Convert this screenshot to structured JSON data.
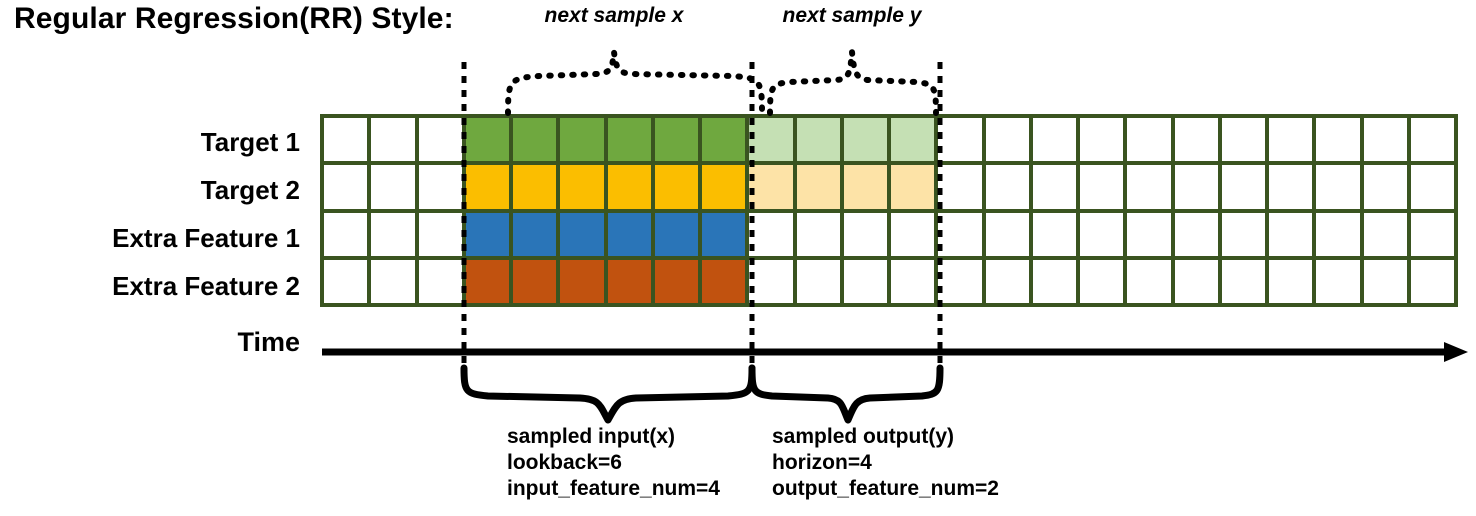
{
  "title": "Regular Regression(RR) Style:",
  "colors": {
    "grid_border": "#3a5420",
    "target1": "#6fa83f",
    "target1_faded": "#c5e0b4",
    "target2": "#fbbe00",
    "target2_faded": "#fde3a7",
    "extra1": "#2a75b8",
    "extra2": "#c1520f",
    "empty": "#ffffff",
    "stroke": "#000000"
  },
  "rows": [
    {
      "label": "Target 1",
      "name": "target-1"
    },
    {
      "label": "Target 2",
      "name": "target-2"
    },
    {
      "label": "Extra Feature 1",
      "name": "extra-feature-1"
    },
    {
      "label": "Extra Feature 2",
      "name": "extra-feature-2"
    }
  ],
  "grid": {
    "columns": 24,
    "input_start_col": 3,
    "input_end_col": 9,
    "output_start_col": 9,
    "output_end_col": 13,
    "cells": [
      [
        "empty",
        "empty",
        "empty",
        "target1",
        "target1",
        "target1",
        "target1",
        "target1",
        "target1",
        "target1_faded",
        "target1_faded",
        "target1_faded",
        "target1_faded",
        "empty",
        "empty",
        "empty",
        "empty",
        "empty",
        "empty",
        "empty",
        "empty",
        "empty",
        "empty",
        "empty"
      ],
      [
        "empty",
        "empty",
        "empty",
        "target2",
        "target2",
        "target2",
        "target2",
        "target2",
        "target2",
        "target2_faded",
        "target2_faded",
        "target2_faded",
        "target2_faded",
        "empty",
        "empty",
        "empty",
        "empty",
        "empty",
        "empty",
        "empty",
        "empty",
        "empty",
        "empty",
        "empty"
      ],
      [
        "empty",
        "empty",
        "empty",
        "extra1",
        "extra1",
        "extra1",
        "extra1",
        "extra1",
        "extra1",
        "empty",
        "empty",
        "empty",
        "empty",
        "empty",
        "empty",
        "empty",
        "empty",
        "empty",
        "empty",
        "empty",
        "empty",
        "empty",
        "empty",
        "empty"
      ],
      [
        "empty",
        "empty",
        "empty",
        "extra2",
        "extra2",
        "extra2",
        "extra2",
        "extra2",
        "extra2",
        "empty",
        "empty",
        "empty",
        "empty",
        "empty",
        "empty",
        "empty",
        "empty",
        "empty",
        "empty",
        "empty",
        "empty",
        "empty",
        "empty",
        "empty"
      ]
    ]
  },
  "axis": {
    "label": "Time",
    "direction": "right-arrow"
  },
  "top_braces": [
    {
      "name": "next-sample-x",
      "label": "next sample x"
    },
    {
      "name": "next-sample-y",
      "label": "next sample y"
    }
  ],
  "bottom_braces": [
    {
      "name": "sampled-input",
      "line1": "sampled input(x)",
      "line2": "lookback=6",
      "line3": "input_feature_num=4"
    },
    {
      "name": "sampled-output",
      "line1": "sampled output(y)",
      "line2": "horizon=4",
      "line3": "output_feature_num=2"
    }
  ]
}
